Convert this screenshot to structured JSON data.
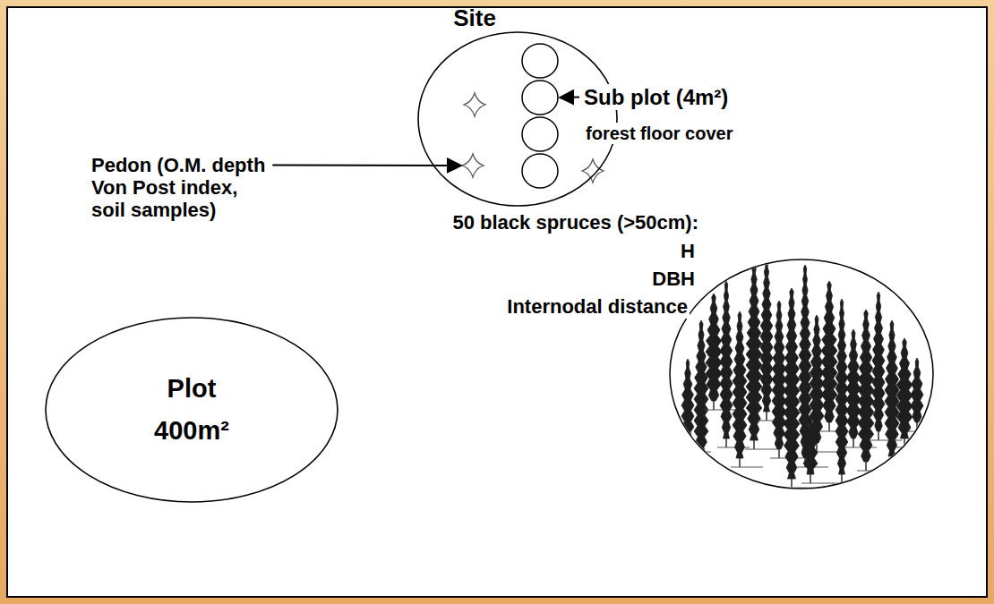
{
  "diagram": {
    "nodes": [
      {
        "text": [
          "Site"
        ]
      },
      {
        "text": [
          "Plot",
          "400m²"
        ]
      }
    ],
    "labels": [
      "Pedon (O.M. depth Von Post index, soil samples)",
      "Sub plot (4m²)",
      "forest floor cover",
      "50 black spruces (>50cm):",
      "H",
      "DBH",
      "Internodal distance"
    ]
  }
}
